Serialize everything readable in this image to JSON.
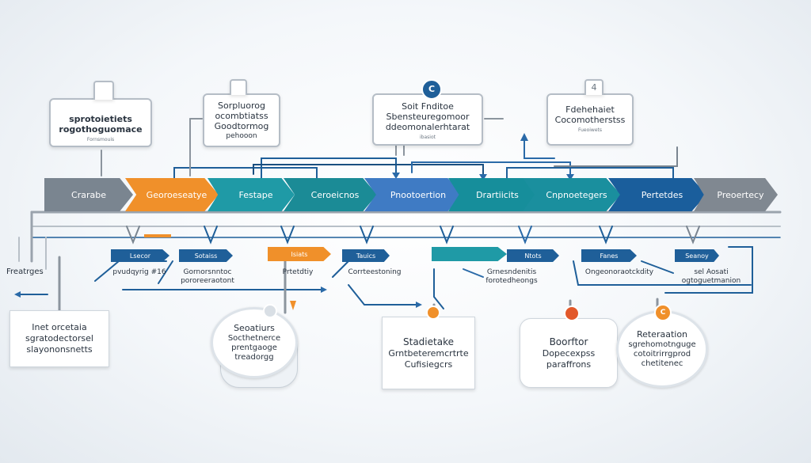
{
  "top_cards": [
    {
      "pin": "",
      "lines": [
        "sprotoietiets",
        "rogothoguomace"
      ],
      "small": "Fornsmouis"
    },
    {
      "pin": "",
      "lines": [
        "Sorpluorog",
        "ocombtiatss",
        "Goodtormog",
        "pehooon"
      ],
      "small": ""
    },
    {
      "pin": "C",
      "lines": [
        "Soit  Fnditoe",
        "Sbensteuregomoor",
        "ddeomonalerhtarat"
      ],
      "small": "ibasiot"
    },
    {
      "pin": "4",
      "lines": [
        "Fdehehaiet",
        "Cocomotherstss"
      ],
      "small": "Fueoiwets"
    }
  ],
  "pipeline": [
    {
      "label": "Crarabe",
      "color": "#7a8590"
    },
    {
      "label": "Georoeseatye",
      "color": "#f0902a"
    },
    {
      "label": "Festape",
      "color": "#1f9aa6"
    },
    {
      "label": "Ceroeicnos",
      "color": "#1b8b96"
    },
    {
      "label": "Pnootoertion",
      "color": "#3f7bc4"
    },
    {
      "label": "Drartiicits",
      "color": "#168e9b"
    },
    {
      "label": "Cnpnoetegers",
      "color": "#1a8f9e"
    },
    {
      "label": "Pertetdes",
      "color": "#1a5e9c"
    },
    {
      "label": "Preoertecy",
      "color": "#808891"
    }
  ],
  "sub_stages": [
    {
      "label": "Lsecor",
      "color": "#1f5f99",
      "text": [
        "pvudqyrig  #16"
      ]
    },
    {
      "label": "Sotaiss",
      "color": "#1f5f99",
      "text": [
        "Gornorsnntoc",
        "pororeeraotont"
      ]
    },
    {
      "label": "Isiats",
      "color": "#f0902a",
      "text": [
        "Prtetdtiy"
      ]
    },
    {
      "label": "Tauics",
      "color": "#1f5f99",
      "text": [
        "Corrteestoning"
      ]
    },
    {
      "label": "",
      "color": "#1f9aa6",
      "text": [
        "Grnesndenitis",
        "forotedheongs"
      ]
    },
    {
      "label": "Ntots",
      "color": "#1f5f99",
      "text": []
    },
    {
      "label": "Fanes",
      "color": "#1f5f99",
      "text": [
        "Ongeonoraotckdity"
      ]
    },
    {
      "label": "Seanoy",
      "color": "#1f5f99",
      "text": [
        "sel  Aosati",
        "ogtoguetmanion"
      ]
    }
  ],
  "left_label": "Freatrges",
  "bottom_left": [
    "Inet  orcetaia",
    "sgratodectorsel",
    "slayononsnetts"
  ],
  "bottom_nodes": [
    {
      "pin": "",
      "pin_color": "#7a8590",
      "lines": [
        "Seoatiurs",
        "Socthetnerce",
        "prentgaoge",
        "treadorgg"
      ]
    },
    {
      "pin": "",
      "pin_color": "#f0902a",
      "lines": [
        "Stadietake",
        "Grntbeteremcrtrte",
        "Cufisiegcrs"
      ]
    },
    {
      "pin": "",
      "pin_color": "#e2582a",
      "lines": [
        "Boorftor",
        "Dopecexpss",
        "paraffrons"
      ]
    },
    {
      "pin": "C",
      "pin_color": "#f0902a",
      "lines": [
        "Reteraation",
        "sgrehomotnguge",
        "cotoitrirrgprod",
        "chetitenec"
      ]
    }
  ]
}
